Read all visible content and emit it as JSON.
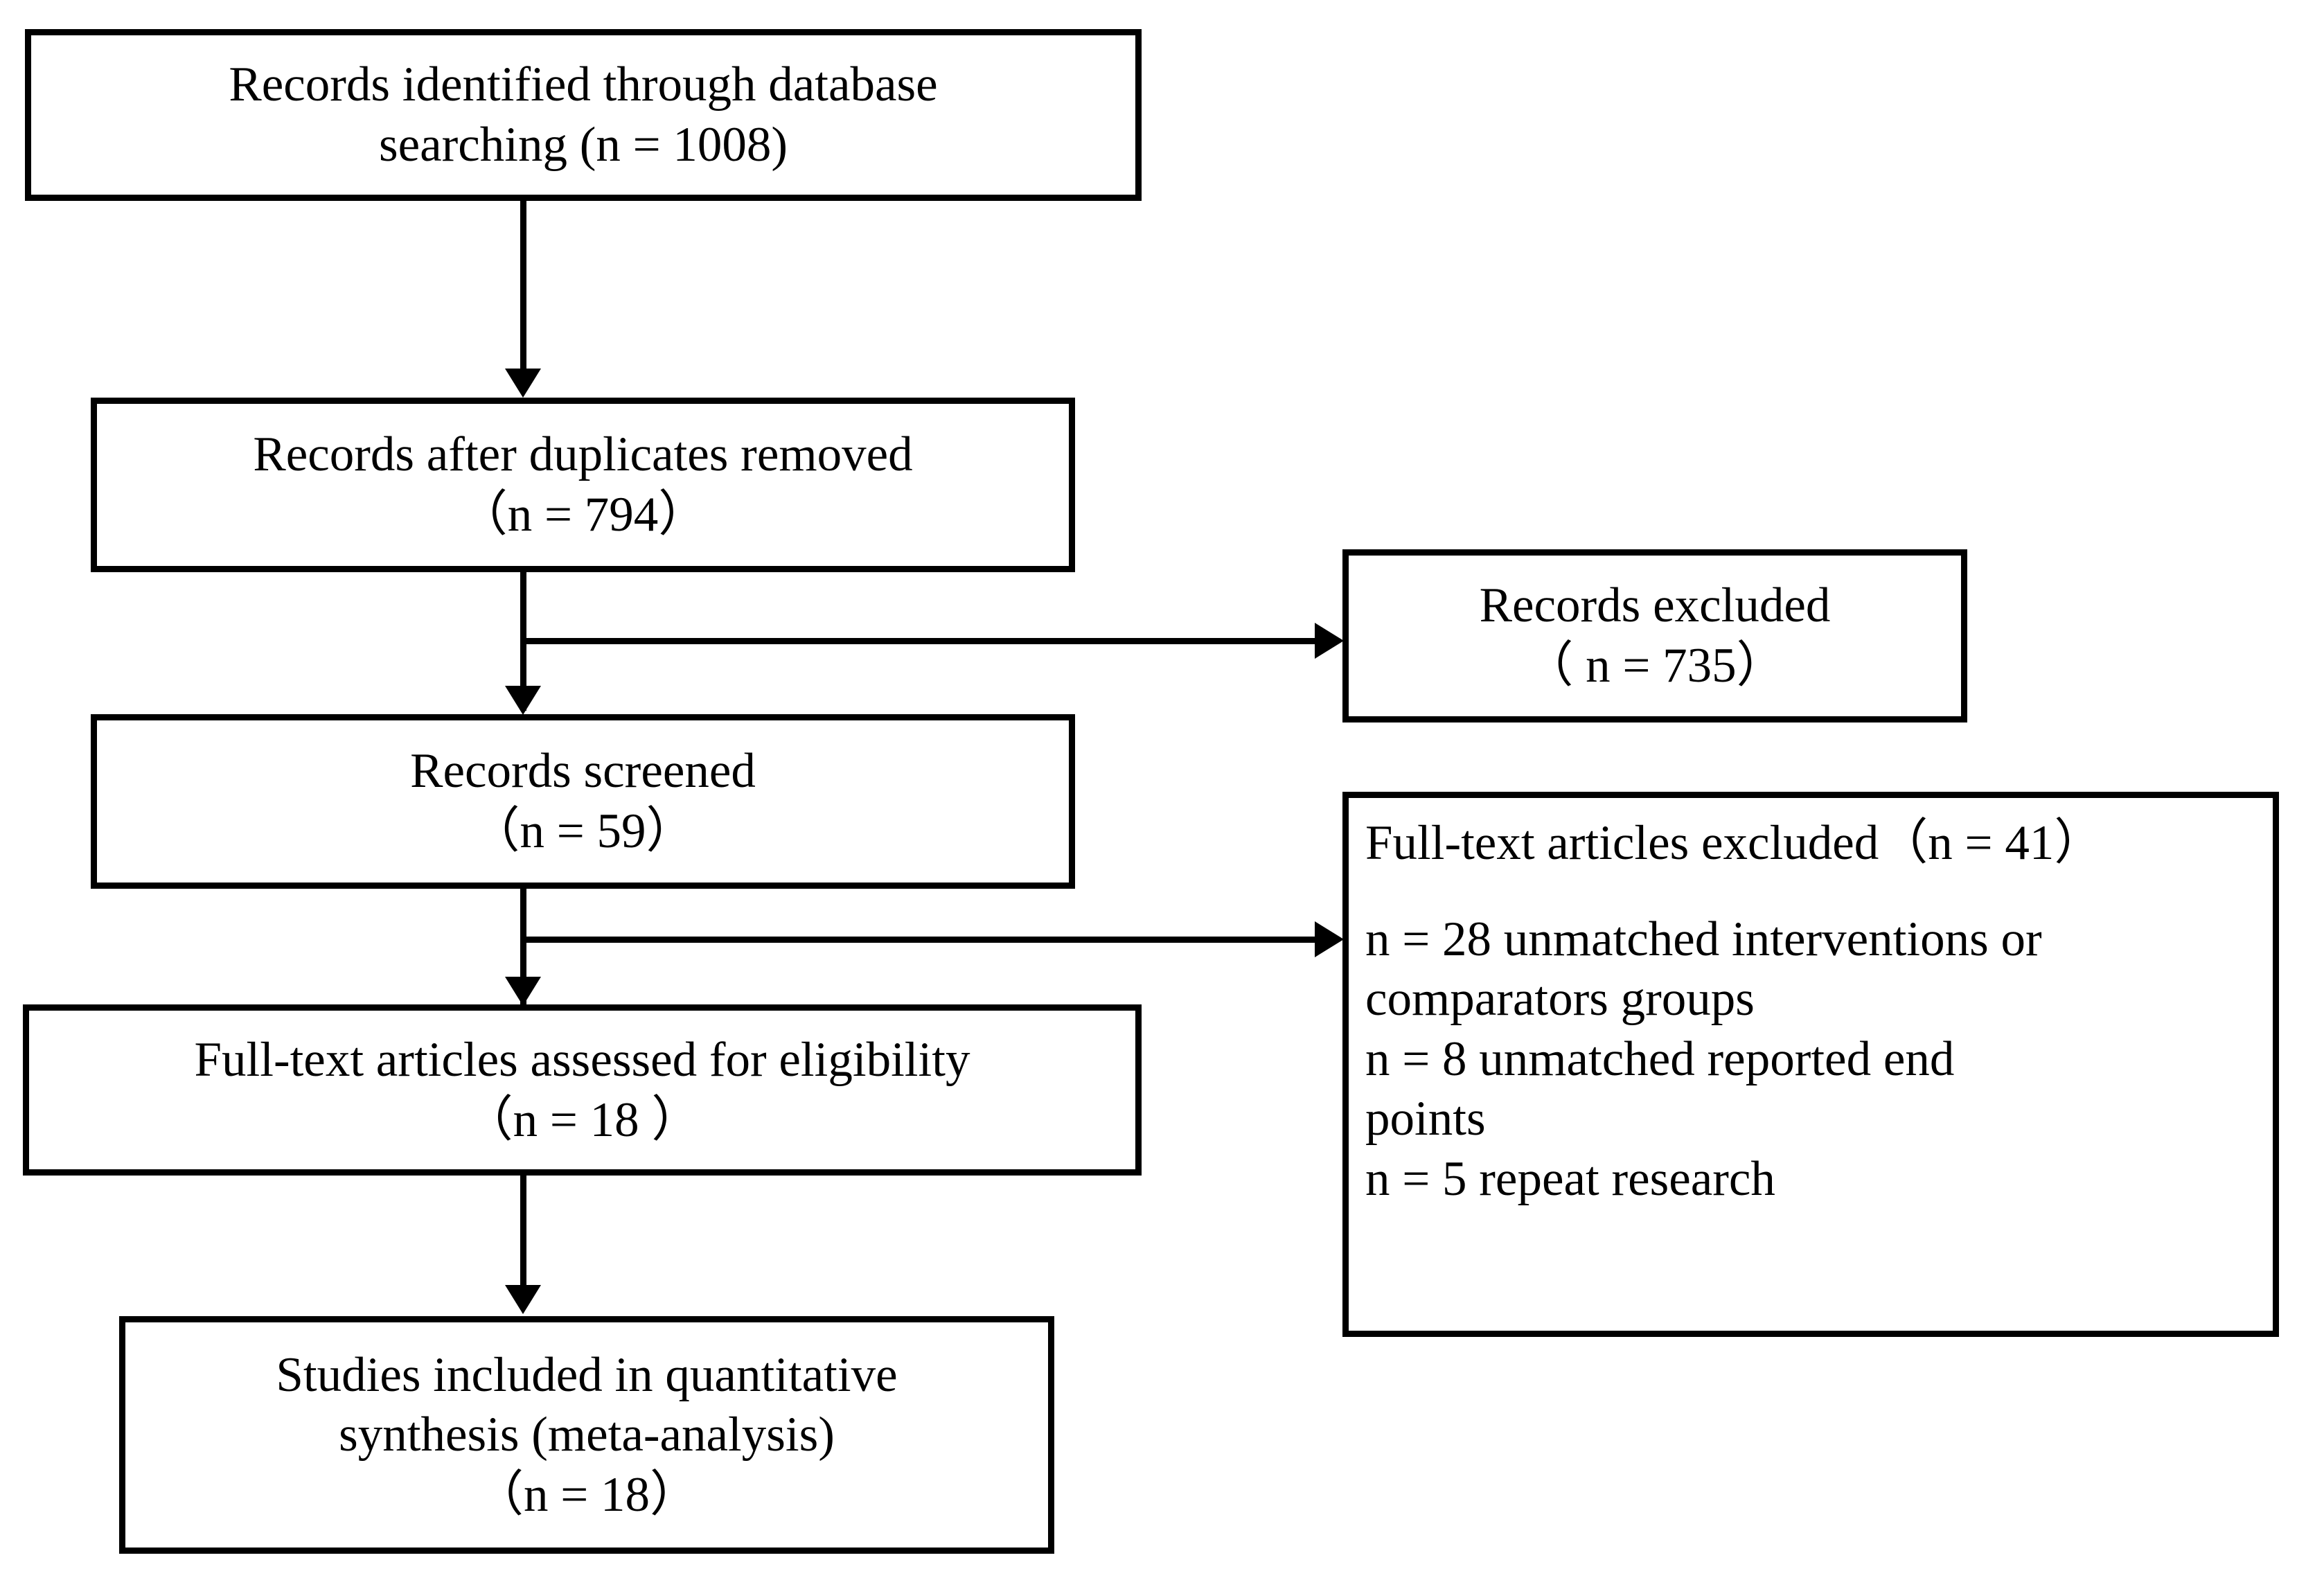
{
  "diagram": {
    "title": "PRISMA study selection flow diagram",
    "type": "prisma-flowchart",
    "colors": {
      "stroke": "#000000",
      "fill": "#ffffff",
      "text": "#000000"
    },
    "boxes": {
      "identified": {
        "name": "records-identified-through-database-searching",
        "line1": "Records identified through database",
        "line2": "searching (n = 1008)",
        "count": 1008
      },
      "duplicates_removed": {
        "name": "records-after-duplicates-removed",
        "line1": "Records after duplicates removed",
        "line2": "（n = 794）",
        "count": 794
      },
      "screened": {
        "name": "records-screened",
        "line1": "Records screened",
        "line2": "（n = 59）",
        "count": 59
      },
      "assessed": {
        "name": "full-text-articles-assessed-for-eligibility",
        "line1": "Full-text articles assessed for eligibility",
        "line2": "（n = 18 ）",
        "count": 18
      },
      "included": {
        "name": "studies-included-in-quantitative-synthesis",
        "line1": "Studies included in quantitative",
        "line2": "synthesis (meta-analysis)",
        "line3": "（n = 18）",
        "count": 18
      },
      "records_excluded": {
        "name": "records-excluded",
        "line1": "Records excluded",
        "line2": "（ n = 735）",
        "count": 735
      },
      "fulltext_excluded": {
        "name": "full-text-articles-excluded",
        "heading": "Full-text articles excluded（n = 41）",
        "count": 41,
        "reasons": [
          "n = 28 unmatched interventions or",
          "comparators groups",
          "n = 8 unmatched reported end",
          "points",
          "n = 5 repeat research"
        ],
        "reason_1": "n = 28 unmatched interventions or",
        "reason_1b": "comparators groups",
        "reason_2": "n = 8 unmatched reported end",
        "reason_2b": "points",
        "reason_3": "n = 5 repeat research"
      }
    },
    "connectors": [
      {
        "name": "identified-to-duplicates",
        "direction": "down"
      },
      {
        "name": "duplicates-to-screened",
        "direction": "down"
      },
      {
        "name": "duplicates-to-records-excluded",
        "direction": "right"
      },
      {
        "name": "screened-to-assessed",
        "direction": "down"
      },
      {
        "name": "screened-to-fulltext-excluded",
        "direction": "right"
      },
      {
        "name": "assessed-to-included",
        "direction": "down"
      }
    ]
  }
}
